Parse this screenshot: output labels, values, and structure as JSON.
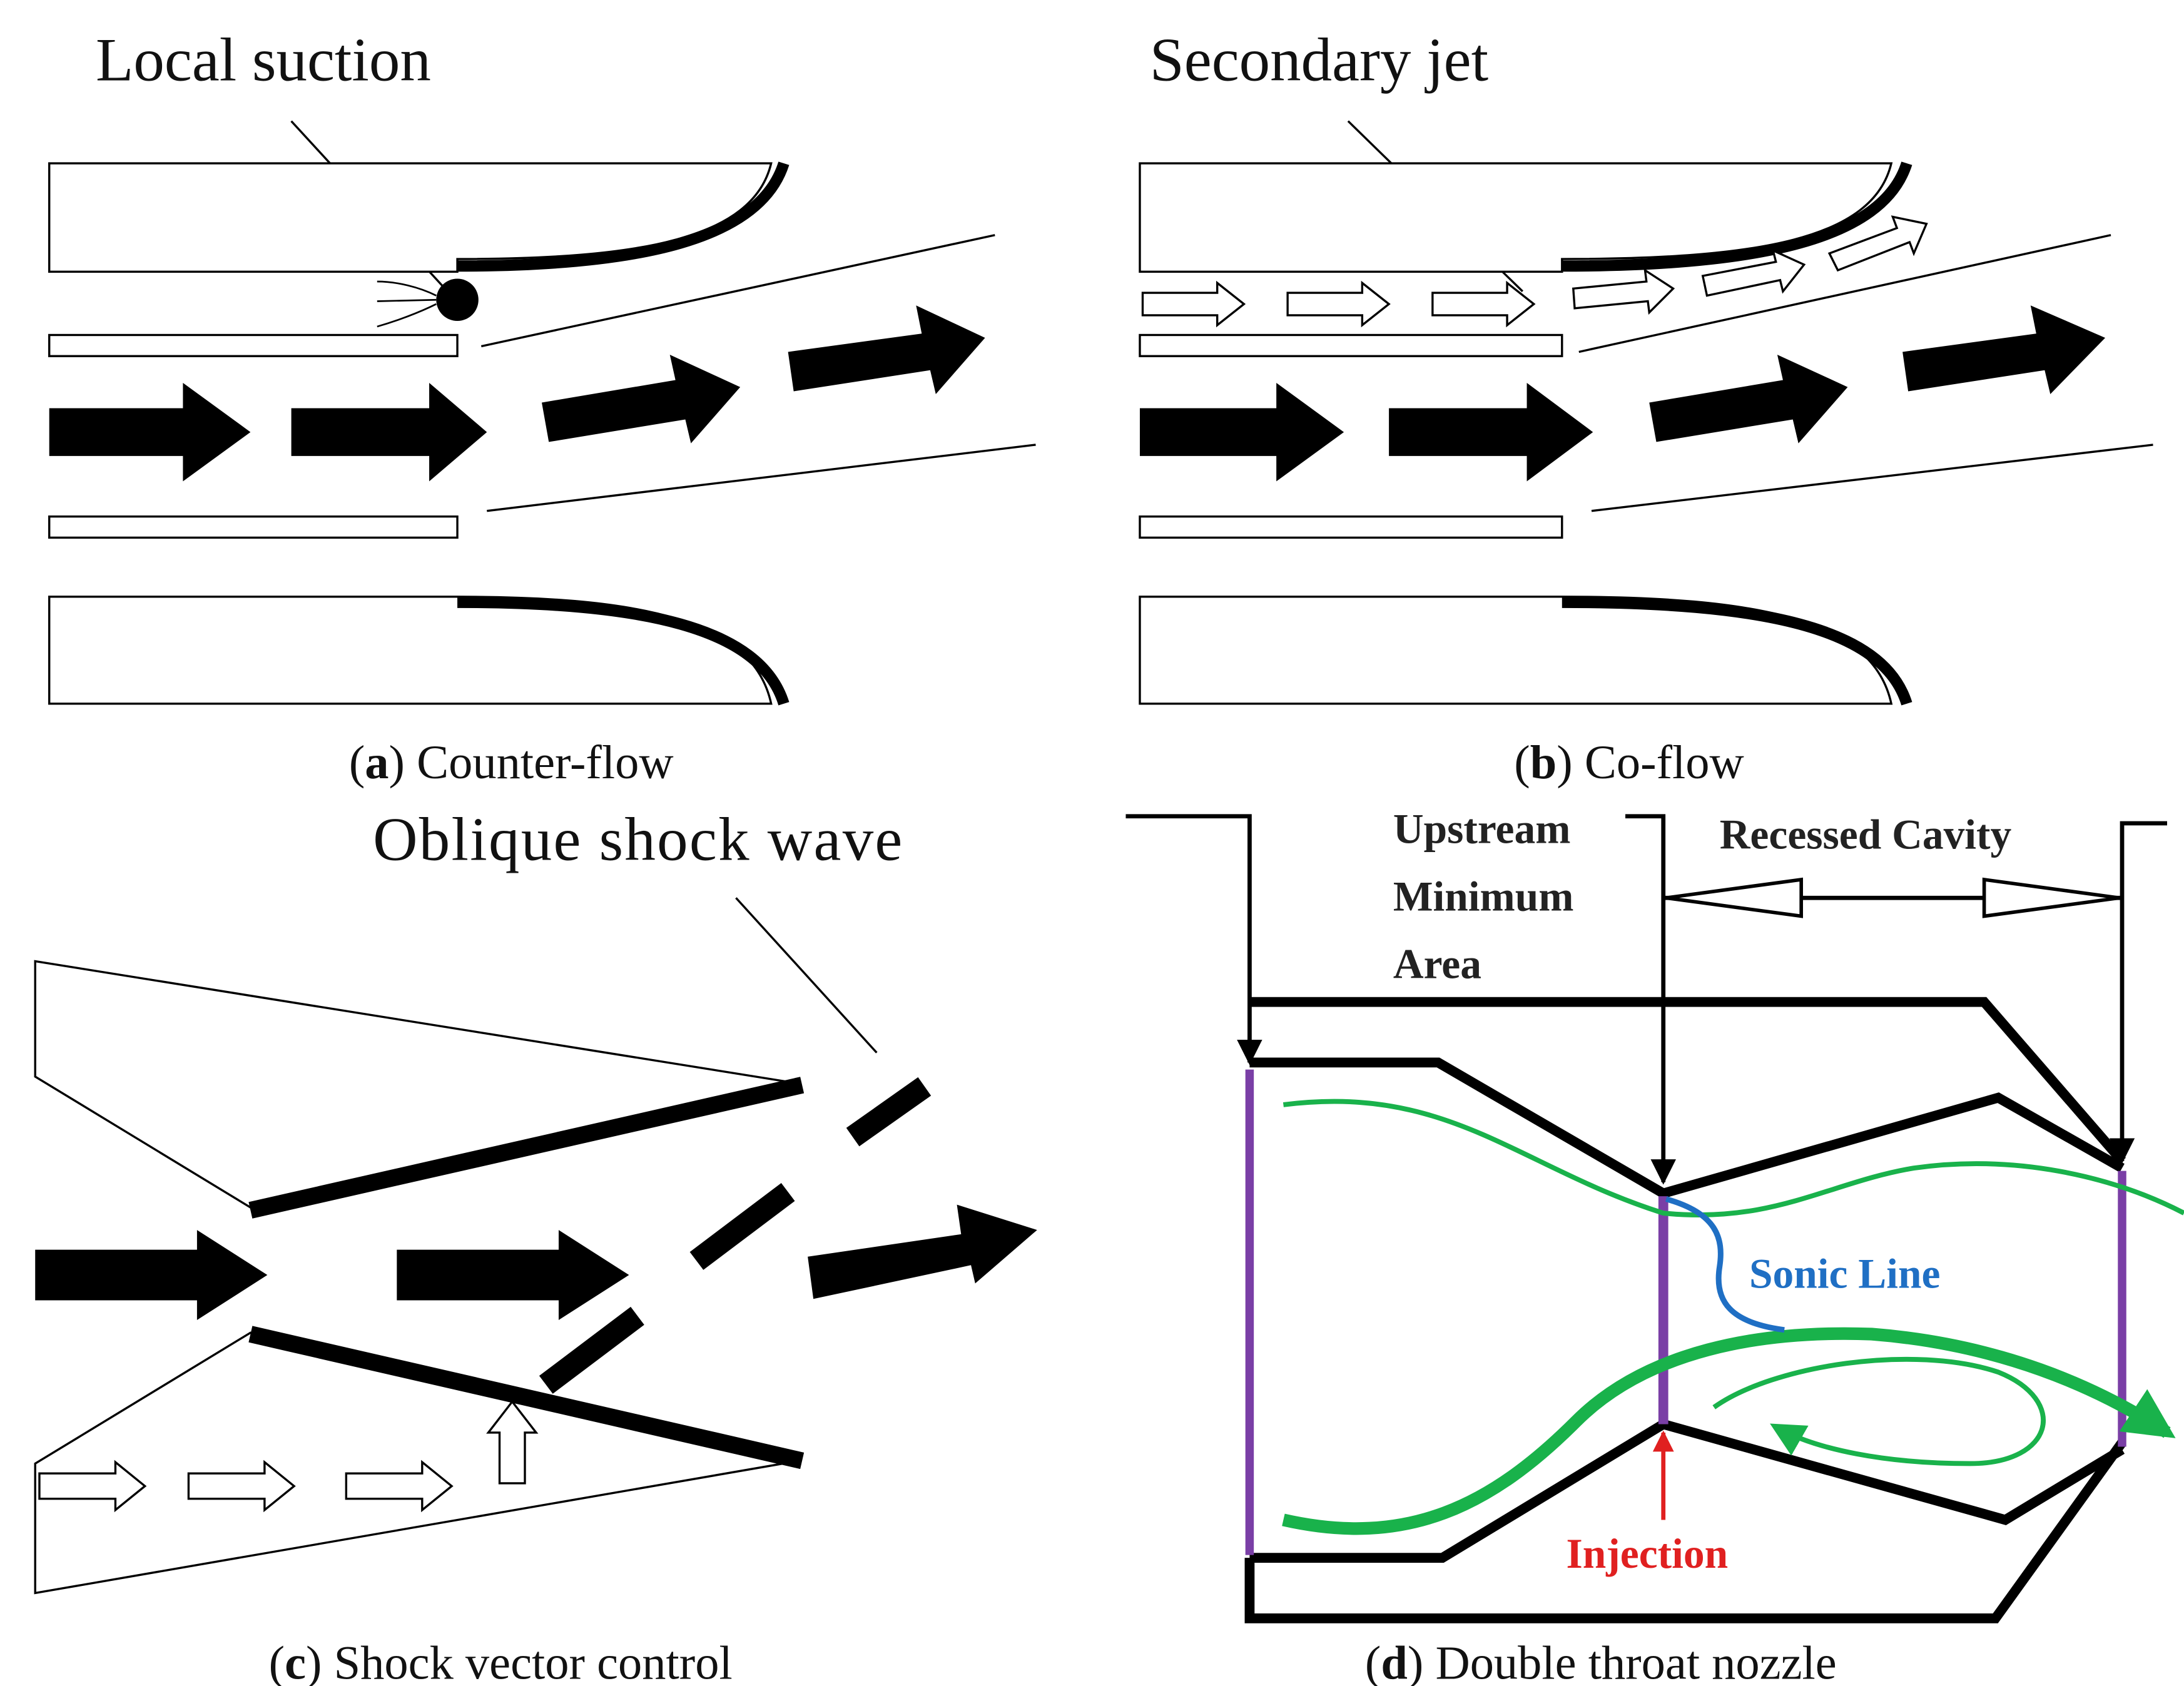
{
  "panel_a": {
    "annotation": "Local suction",
    "caption_letter": "a",
    "caption_text": "Counter-flow"
  },
  "panel_b": {
    "annotation": "Secondary jet",
    "caption_letter": "b",
    "caption_text": "Co-flow"
  },
  "panel_c": {
    "annotation": "Oblique shock wave",
    "caption_letter": "c",
    "caption_text": "Shock vector control"
  },
  "panel_d": {
    "label_upstream_1": "Upstream",
    "label_upstream_2": "Minimum",
    "label_upstream_3": "Area",
    "label_cavity": "Recessed Cavity",
    "label_sonic": "Sonic Line",
    "label_injection": "Injection",
    "caption_letter": "d",
    "caption_text": "Double throat nozzle"
  },
  "colors": {
    "ink": "#000000",
    "flow_green": "#19b24b",
    "sonic_blue": "#1f6fc4",
    "injection_red": "#e02020",
    "throat_purple": "#7a3fa6"
  }
}
